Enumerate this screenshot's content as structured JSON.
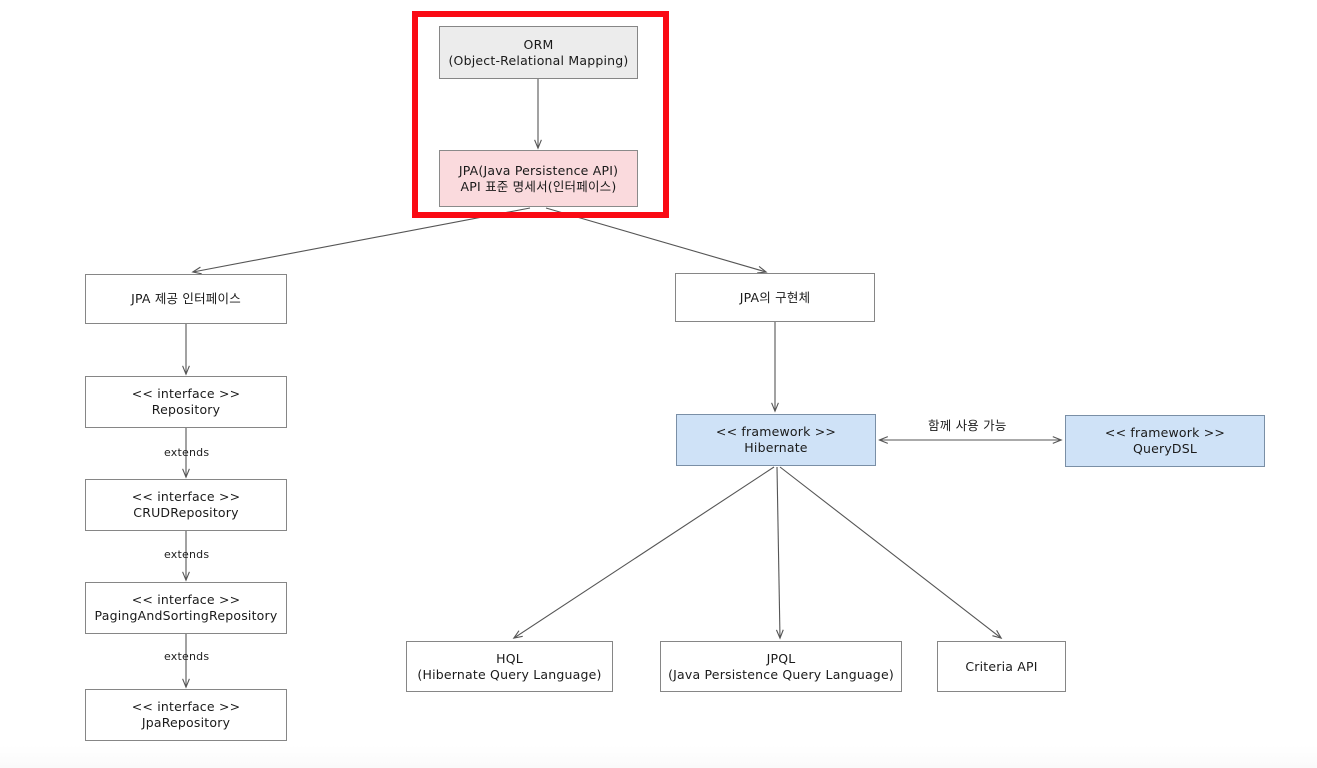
{
  "diagram": {
    "title_present": false,
    "colors": {
      "highlight_red": "#fa0a14",
      "node_grey": "#ececec",
      "node_pink": "#fadadd",
      "node_blue": "#cfe2f7",
      "node_border": "#868686",
      "edge_stroke": "#555555",
      "background": "#ffffff"
    },
    "nodes": {
      "orm": {
        "line1": "ORM",
        "line2": "(Object-Relational Mapping)"
      },
      "jpa": {
        "line1": "JPA(Java Persistence API)",
        "line2": "API 표준 명세서(인터페이스)"
      },
      "jpa_interfaces": {
        "line1": "JPA 제공 인터페이스"
      },
      "jpa_impl": {
        "line1": "JPA의 구현체"
      },
      "repository": {
        "line1": "<< interface >>",
        "line2": "Repository"
      },
      "crud_repository": {
        "line1": "<< interface >>",
        "line2": "CRUDRepository"
      },
      "paging_repository": {
        "line1": "<< interface >>",
        "line2": "PagingAndSortingRepository"
      },
      "jpa_repository": {
        "line1": "<< interface >>",
        "line2": "JpaRepository"
      },
      "hibernate": {
        "line1": "<< framework >>",
        "line2": "Hibernate"
      },
      "querydsl": {
        "line1": "<< framework >>",
        "line2": "QueryDSL"
      },
      "hql": {
        "line1": "HQL",
        "line2": "(Hibernate Query Language)"
      },
      "jpql": {
        "line1": "JPQL",
        "line2": "(Java Persistence Query Language)"
      },
      "criteria_api": {
        "line1": "Criteria API"
      }
    },
    "edge_labels": {
      "extends_1": "extends",
      "extends_2": "extends",
      "extends_3": "extends",
      "together": "함께 사용 가능"
    }
  }
}
